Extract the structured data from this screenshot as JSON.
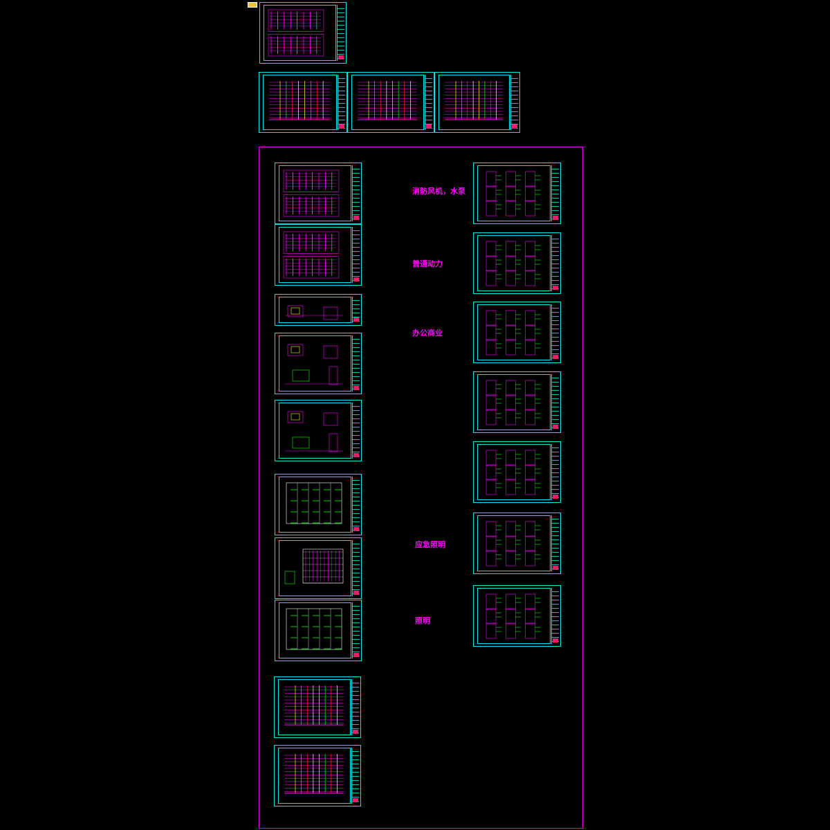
{
  "app": {
    "name": "CAD model-space drawing sheets overview"
  },
  "labels": {
    "fire_fans_pumps": "消防风机，水泵",
    "general_power": "普通动力",
    "office_commercial": "办公商业",
    "emergency_lighting": "应急照明",
    "lighting": "照明"
  },
  "colors": {
    "background": "#000000",
    "sheet_border": "#00e5e5",
    "group_frame": "#e000e0",
    "label_text": "#ff00ff",
    "line_magenta": "#ff00ff",
    "line_green": "#00ff00",
    "line_red": "#ff2020",
    "line_yellow": "#ffff00",
    "line_white": "#ffffff"
  },
  "sheets": [
    {
      "id": "s-top-1",
      "pattern": "panels"
    },
    {
      "id": "s-row2-1",
      "pattern": "riser"
    },
    {
      "id": "s-row2-2",
      "pattern": "riser"
    },
    {
      "id": "s-row2-3",
      "pattern": "riser"
    },
    {
      "id": "s-left-1",
      "pattern": "panels"
    },
    {
      "id": "s-left-2",
      "pattern": "panels"
    },
    {
      "id": "s-left-3",
      "pattern": "plans"
    },
    {
      "id": "s-left-4",
      "pattern": "plans"
    },
    {
      "id": "s-left-5",
      "pattern": "plans"
    },
    {
      "id": "s-left-6",
      "pattern": "grid"
    },
    {
      "id": "s-left-7",
      "pattern": "table"
    },
    {
      "id": "s-left-8",
      "pattern": "grid"
    },
    {
      "id": "s-left-9",
      "pattern": "riser"
    },
    {
      "id": "s-left-10",
      "pattern": "riser"
    },
    {
      "id": "s-right-1",
      "pattern": "boxes"
    },
    {
      "id": "s-right-2",
      "pattern": "boxes"
    },
    {
      "id": "s-right-3",
      "pattern": "boxes"
    },
    {
      "id": "s-right-4",
      "pattern": "boxes"
    },
    {
      "id": "s-right-5",
      "pattern": "boxes"
    },
    {
      "id": "s-right-6",
      "pattern": "boxes"
    },
    {
      "id": "s-right-7",
      "pattern": "boxes"
    }
  ]
}
